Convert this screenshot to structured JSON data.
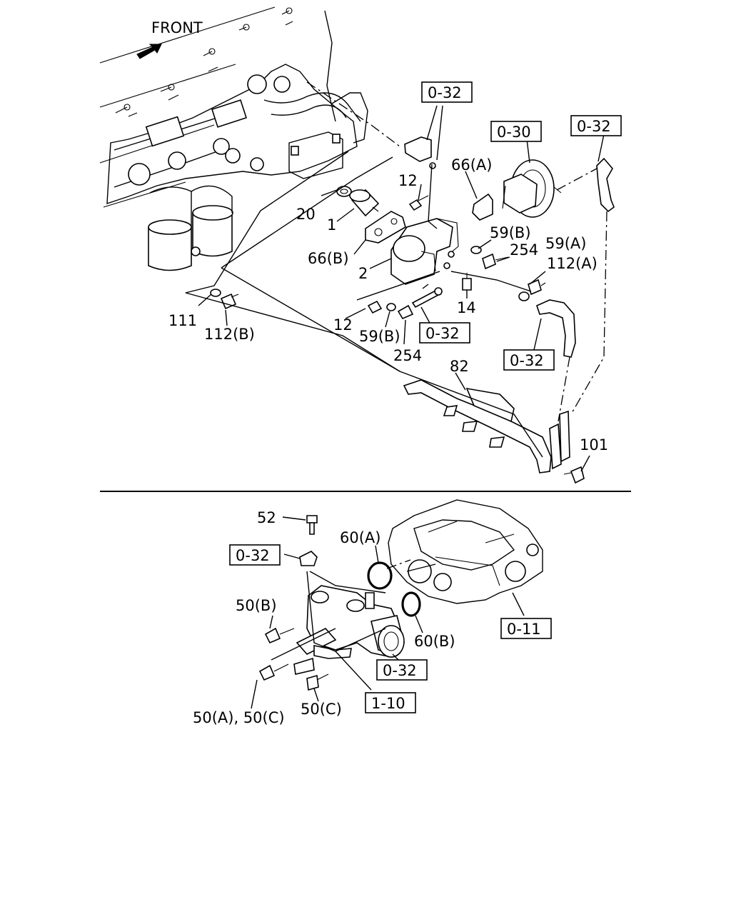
{
  "front_label": "FRONT",
  "labels": {
    "c20": "20",
    "c1": "1",
    "c12a": "12",
    "c66a": "66(A)",
    "c66b": "66(B)",
    "c2": "2",
    "c59b_top": "59(B)",
    "c254_top": "254",
    "c59a": "59(A)",
    "c112a": "112(A)",
    "c111": "111",
    "c112b": "112(B)",
    "c12b": "12",
    "c14": "14",
    "c59b_bot": "59(B)",
    "c254_bot": "254",
    "c82": "82",
    "c101": "101",
    "c52": "52",
    "c60a": "60(A)",
    "c50b": "50(B)",
    "c60b": "60(B)",
    "c50ac": "50(A), 50(C)",
    "c50c": "50(C)"
  },
  "refs": {
    "r032_a": "0-32",
    "r030": "0-30",
    "r032_b": "0-32",
    "r032_c": "0-32",
    "r032_d": "0-32",
    "r032_e": "0-32",
    "r011": "0-11",
    "r032_f": "0-32",
    "r110": "1-10"
  }
}
